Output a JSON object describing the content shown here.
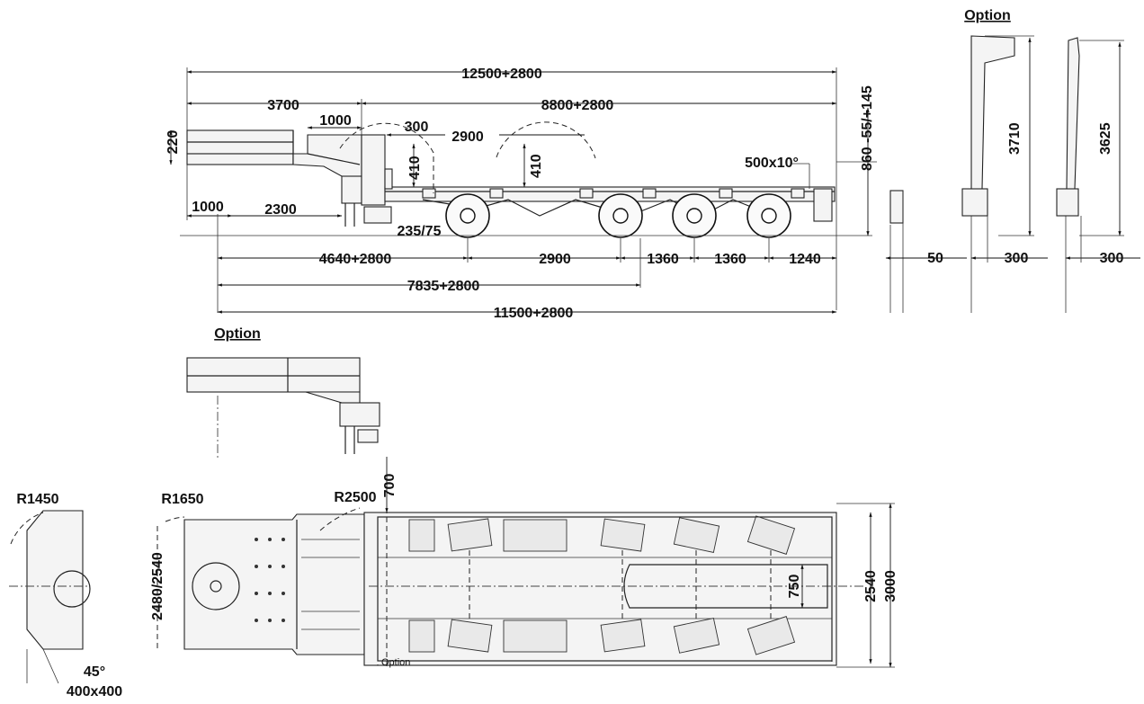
{
  "dimensions": {
    "overall_length": "12500+2800",
    "front_deck_length": "3700",
    "main_length": "8800+2800",
    "gooseneck_step": "1000",
    "deck_height_front": "220",
    "front_overhang": "300",
    "axle_spacing_top": "2900",
    "swing_410_a": "410",
    "swing_410_b": "410",
    "rear_step": "500x10°",
    "deck_height_rear": "860 -55/+145",
    "kingpin_front": "1000",
    "kingpin_to_leg": "2300",
    "fifth_wheel": "235/75",
    "kingpin_to_axle1": "4640+2800",
    "axle_1_2": "2900",
    "axle_2_3": "1360",
    "axle_3_4": "1360",
    "rear_overhang": "1240",
    "kingpin_to_axle2": "7835+2800",
    "kingpin_to_rear": "11500+2800",
    "rear_clearance": "50",
    "ramp_height_a": "3710",
    "ramp_offset_a": "300",
    "ramp_height_b": "3625",
    "ramp_offset_b": "300",
    "leg_clearance": "700",
    "swing_radius_front": "R1450",
    "swing_radius_neck": "R1650",
    "swing_radius_deck": "R2500",
    "front_width": "2480/2540",
    "track_width": "2540",
    "overall_width": "3000",
    "center_gap": "750",
    "chamfer_angle": "45°",
    "pad_size": "400x400"
  },
  "labels": {
    "option_ramps": "Option",
    "option_neck": "Option",
    "option_plan": "Option"
  },
  "colors": {
    "line": "#222222",
    "background": "#ffffff"
  }
}
